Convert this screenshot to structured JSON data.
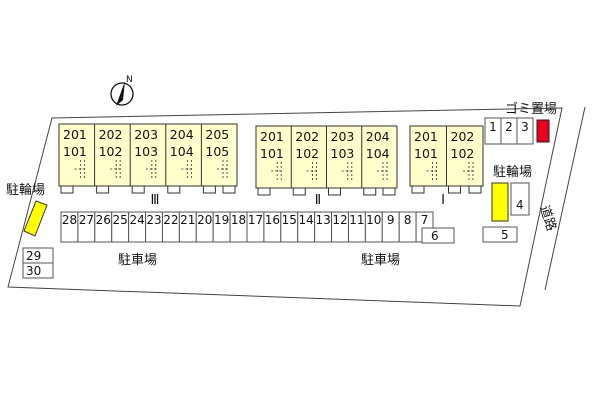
{
  "site_map": {
    "compass_label": "N",
    "buildings": [
      {
        "name": "Ⅲ",
        "units": [
          {
            "upper": "201",
            "lower": "101"
          },
          {
            "upper": "202",
            "lower": "102"
          },
          {
            "upper": "203",
            "lower": "103"
          },
          {
            "upper": "204",
            "lower": "104"
          },
          {
            "upper": "205",
            "lower": "105"
          }
        ]
      },
      {
        "name": "Ⅱ",
        "units": [
          {
            "upper": "201",
            "lower": "101"
          },
          {
            "upper": "202",
            "lower": "102"
          },
          {
            "upper": "203",
            "lower": "103"
          },
          {
            "upper": "204",
            "lower": "104"
          }
        ]
      },
      {
        "name": "Ⅰ",
        "units": [
          {
            "upper": "201",
            "lower": "101"
          },
          {
            "upper": "202",
            "lower": "102"
          }
        ]
      }
    ],
    "parking_row": [
      "28",
      "27",
      "26",
      "25",
      "24",
      "23",
      "22",
      "21",
      "20",
      "19",
      "18",
      "17",
      "16",
      "15",
      "14",
      "13",
      "12",
      "11",
      "10",
      "9",
      "8",
      "7"
    ],
    "parking_right": [
      "6",
      "5",
      "4"
    ],
    "parking_top": [
      "1",
      "2",
      "3"
    ],
    "parking_left": [
      "29",
      "30"
    ],
    "labels": {
      "garbage": "ゴミ置場",
      "bike_left": "駐輪場",
      "bike_right": "駐輪場",
      "parking_left": "駐車場",
      "parking_right": "駐車場",
      "road": "道路"
    },
    "colors": {
      "building_fill": "#ffffcc",
      "bike_fill": "#ffff00",
      "garbage_fill": "#e8001c"
    }
  }
}
